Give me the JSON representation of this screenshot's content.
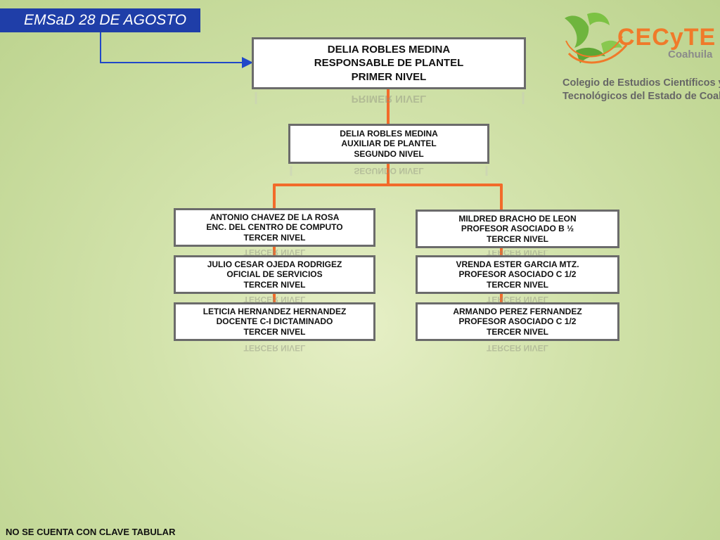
{
  "title": "EMSaD 28 DE AGOSTO",
  "logo": {
    "word": "CECyTE",
    "region": "Coahuila",
    "line1": "Colegio de Estudios Científicos y",
    "line2": "Tecnológicos del Estado de Coahuila"
  },
  "nodes": {
    "top": {
      "line1": "DELIA ROBLES MEDINA",
      "line2": "RESPONSABLE DE PLANTEL",
      "line3": "PRIMER NIVEL"
    },
    "second": {
      "line1": "DELIA ROBLES MEDINA",
      "line2": "AUXILIAR DE PLANTEL",
      "line3": "SEGUNDO NIVEL"
    },
    "left1": {
      "line1": "ANTONIO CHAVEZ DE LA ROSA",
      "line2": "ENC. DEL CENTRO DE COMPUTO",
      "line3": "TERCER NIVEL"
    },
    "left2": {
      "line1": "JULIO CESAR  OJEDA RODRIGEZ",
      "line2": "OFICIAL DE  SERVICIOS",
      "line3": "TERCER NIVEL"
    },
    "left3": {
      "line1": "LETICIA HERNANDEZ HERNANDEZ",
      "line2": "DOCENTE C-I DICTAMINADO",
      "line3": "TERCER NIVEL"
    },
    "right1": {
      "line1": "MILDRED BRACHO DE LEON",
      "line2": "PROFESOR ASOCIADO B ½",
      "line3": "TERCER NIVEL"
    },
    "right2": {
      "line1": "VRENDA ESTER GARCIA MTZ.",
      "line2": "PROFESOR ASOCIADO C 1/2",
      "line3": "TERCER NIVEL"
    },
    "right3": {
      "line1": "ARMANDO PEREZ FERNANDEZ",
      "line2": "PROFESOR ASOCIADO C 1/2",
      "line3": "TERCER NIVEL"
    }
  },
  "footnote": "NO SE CUENTA CON CLAVE TABULAR",
  "colors": {
    "title_bg": "#1f3ea8",
    "connector": "#f26b2a",
    "arrow": "#2048c8",
    "node_border": "#6b6b6b"
  }
}
